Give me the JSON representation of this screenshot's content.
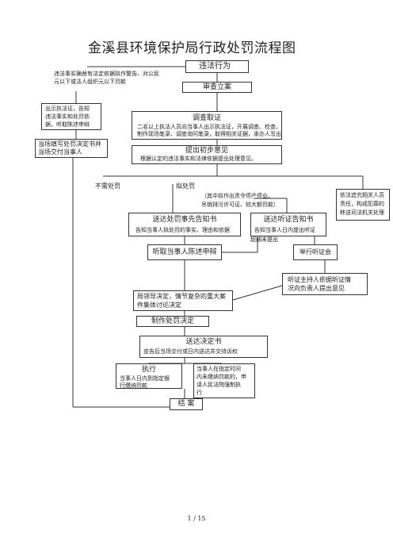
{
  "title": "金溪县环境保护局行政处罚流程图",
  "nodes": {
    "violation": "违法行为",
    "summary_note": [
      "违法事实确凿有法定依据拟作警告、对公民",
      "元以下或法人组织元以下罚款"
    ],
    "show_cert": [
      "出示执法证，告知",
      "违法事实和处罚依",
      "据，听取陈述申辩"
    ],
    "fill_decision": [
      "当场填写处罚决定书并",
      "当场交付当事人"
    ],
    "filing": "审查立案",
    "investigate": {
      "title": "调查取证",
      "body": [
        "二名以上执法人员向当事人出示执法证，开展调查、检查，",
        "制作现场笔录、调查询问笔录，取得相关证据，承办人写出"
      ]
    },
    "preliminary": {
      "title": "提出初步意见",
      "body": "根据认定的违法事实和法律依据提出处理意见。"
    },
    "no_penalty": "不需处罚",
    "plan_penalty": "拟处罚",
    "penalty_note": [
      "（其中拟作出责令停产停业、",
      "吊销排污许可证、较大额罚款）"
    ],
    "transfer": [
      "依法追究相关人员",
      "责任，构成犯罪的",
      "移送司法机关处理"
    ],
    "notice_pre": {
      "title": "送达处罚事先告知书",
      "body": "告知当事人拟处罚的事实、理由和依据"
    },
    "notice_hearing": {
      "title": "送达听证告知书",
      "body": "告知当事人日内提出听证",
      "overdue": "超期未提出"
    },
    "hear_defense": "听取当事人陈述申辩",
    "hold_hearing": "举行听证会",
    "hearing_opinion": [
      "听证主持人依据听证情",
      "况向负责人提出意见"
    ],
    "leader_decision": [
      "局领导决定，情节复杂的重大案",
      "件集体讨论决定"
    ],
    "make_decision": "制作处罚决定",
    "deliver": {
      "title": "送达决定书",
      "body": "宣告后当场交付或日内送达并交待诉权"
    },
    "execute": {
      "title": "执行",
      "body": [
        "当事人日内到指定银",
        "行缴纳罚款"
      ]
    },
    "enforce": [
      "当事人在指定时间",
      "内未缴纳罚款的，申",
      "请人民法院强制执",
      "行"
    ],
    "close": "结 案"
  },
  "footer": "1  /  15"
}
